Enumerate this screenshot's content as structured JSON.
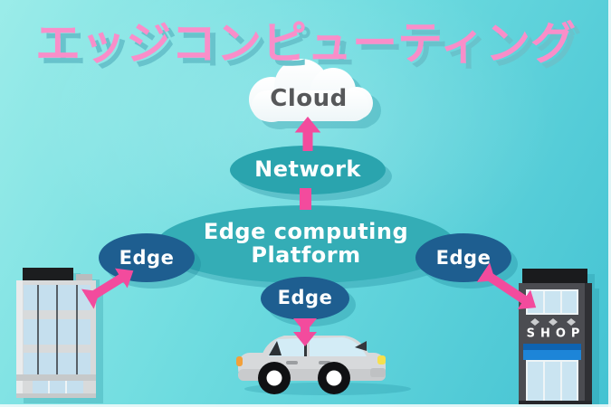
{
  "title": "エッジコンピューティング",
  "nodes": {
    "cloud": "Cloud",
    "network": "Network",
    "platform_line1": "Edge computing",
    "platform_line2": "Platform",
    "edge_left": "Edge",
    "edge_center": "Edge",
    "edge_right": "Edge"
  },
  "illustrations": {
    "shop_sign": "SHOP",
    "office_building": "office-building",
    "car": "car",
    "cloud_shape": "cloud"
  },
  "colors": {
    "background_top": "#9bece9",
    "background_bottom": "#43c2d2",
    "title_pink": "#f98ec9",
    "title_shadow_teal": "#68c3cc",
    "arrow_pink": "#f34b9d",
    "network_teal": "#2aa4ae",
    "platform_teal": "#34adb6",
    "edge_navy": "#1e5e90",
    "cloud_white": "#ffffff",
    "cloud_text_gray": "#57585a",
    "shop_awning_blue": "#1d85d8"
  }
}
